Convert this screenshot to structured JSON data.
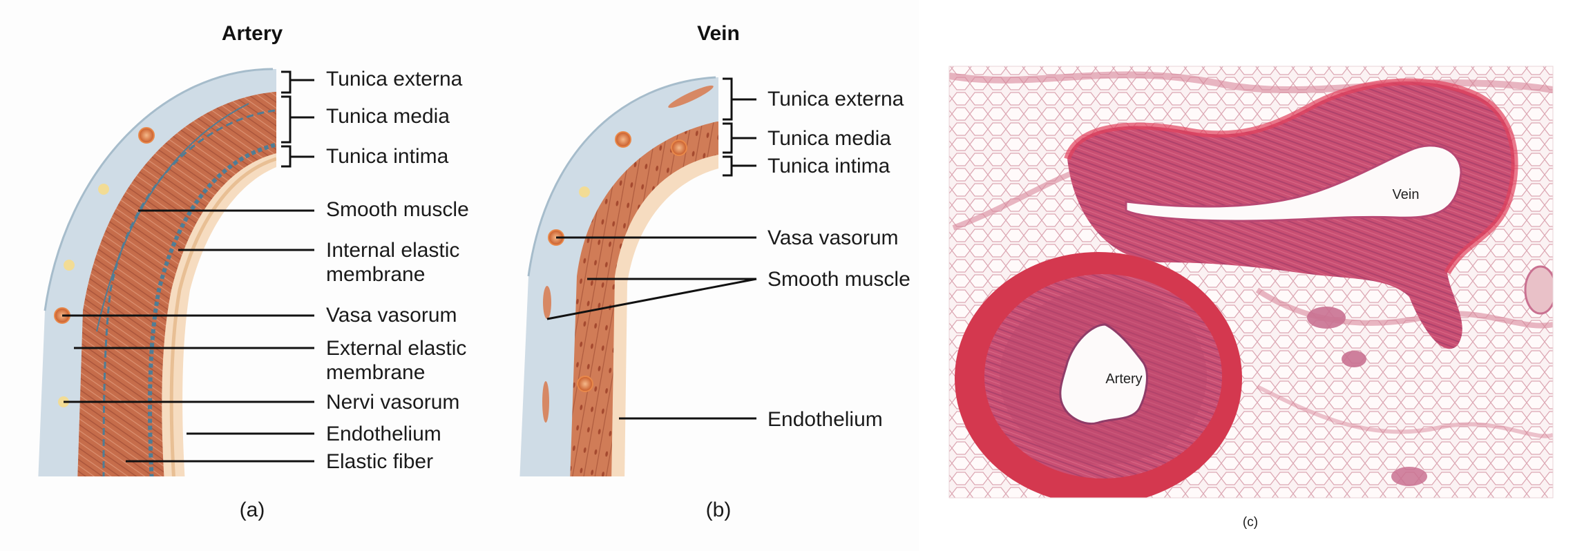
{
  "panel_a": {
    "title": "Artery",
    "caption": "(a)",
    "labels": {
      "tunica_externa": "Tunica externa",
      "tunica_media": "Tunica media",
      "tunica_intima": "Tunica intima",
      "smooth_muscle": "Smooth muscle",
      "internal_elastic_1": "Internal elastic",
      "internal_elastic_2": "membrane",
      "vasa_vasorum": "Vasa vasorum",
      "external_elastic_1": "External elastic",
      "external_elastic_2": "membrane",
      "nervi_vasorum": "Nervi vasorum",
      "endothelium": "Endothelium",
      "elastic_fiber": "Elastic fiber"
    }
  },
  "panel_b": {
    "title": "Vein",
    "caption": "(b)",
    "labels": {
      "tunica_externa": "Tunica externa",
      "tunica_media": "Tunica media",
      "tunica_intima": "Tunica intima",
      "vasa_vasorum": "Vasa vasorum",
      "smooth_muscle": "Smooth muscle",
      "endothelium": "Endothelium"
    }
  },
  "panel_c": {
    "caption": "(c)",
    "vein_label": "Vein",
    "artery_label": "Artery"
  },
  "colors": {
    "externa": "#cfdce6",
    "media": "#c8704e",
    "media_light": "#dd9a74",
    "intima": "#f6dcc0",
    "elastic": "#4f7d95",
    "tissue_bg": "#f6e3e6",
    "tissue_red": "#d4384f",
    "tissue_dark": "#b23a5e"
  }
}
